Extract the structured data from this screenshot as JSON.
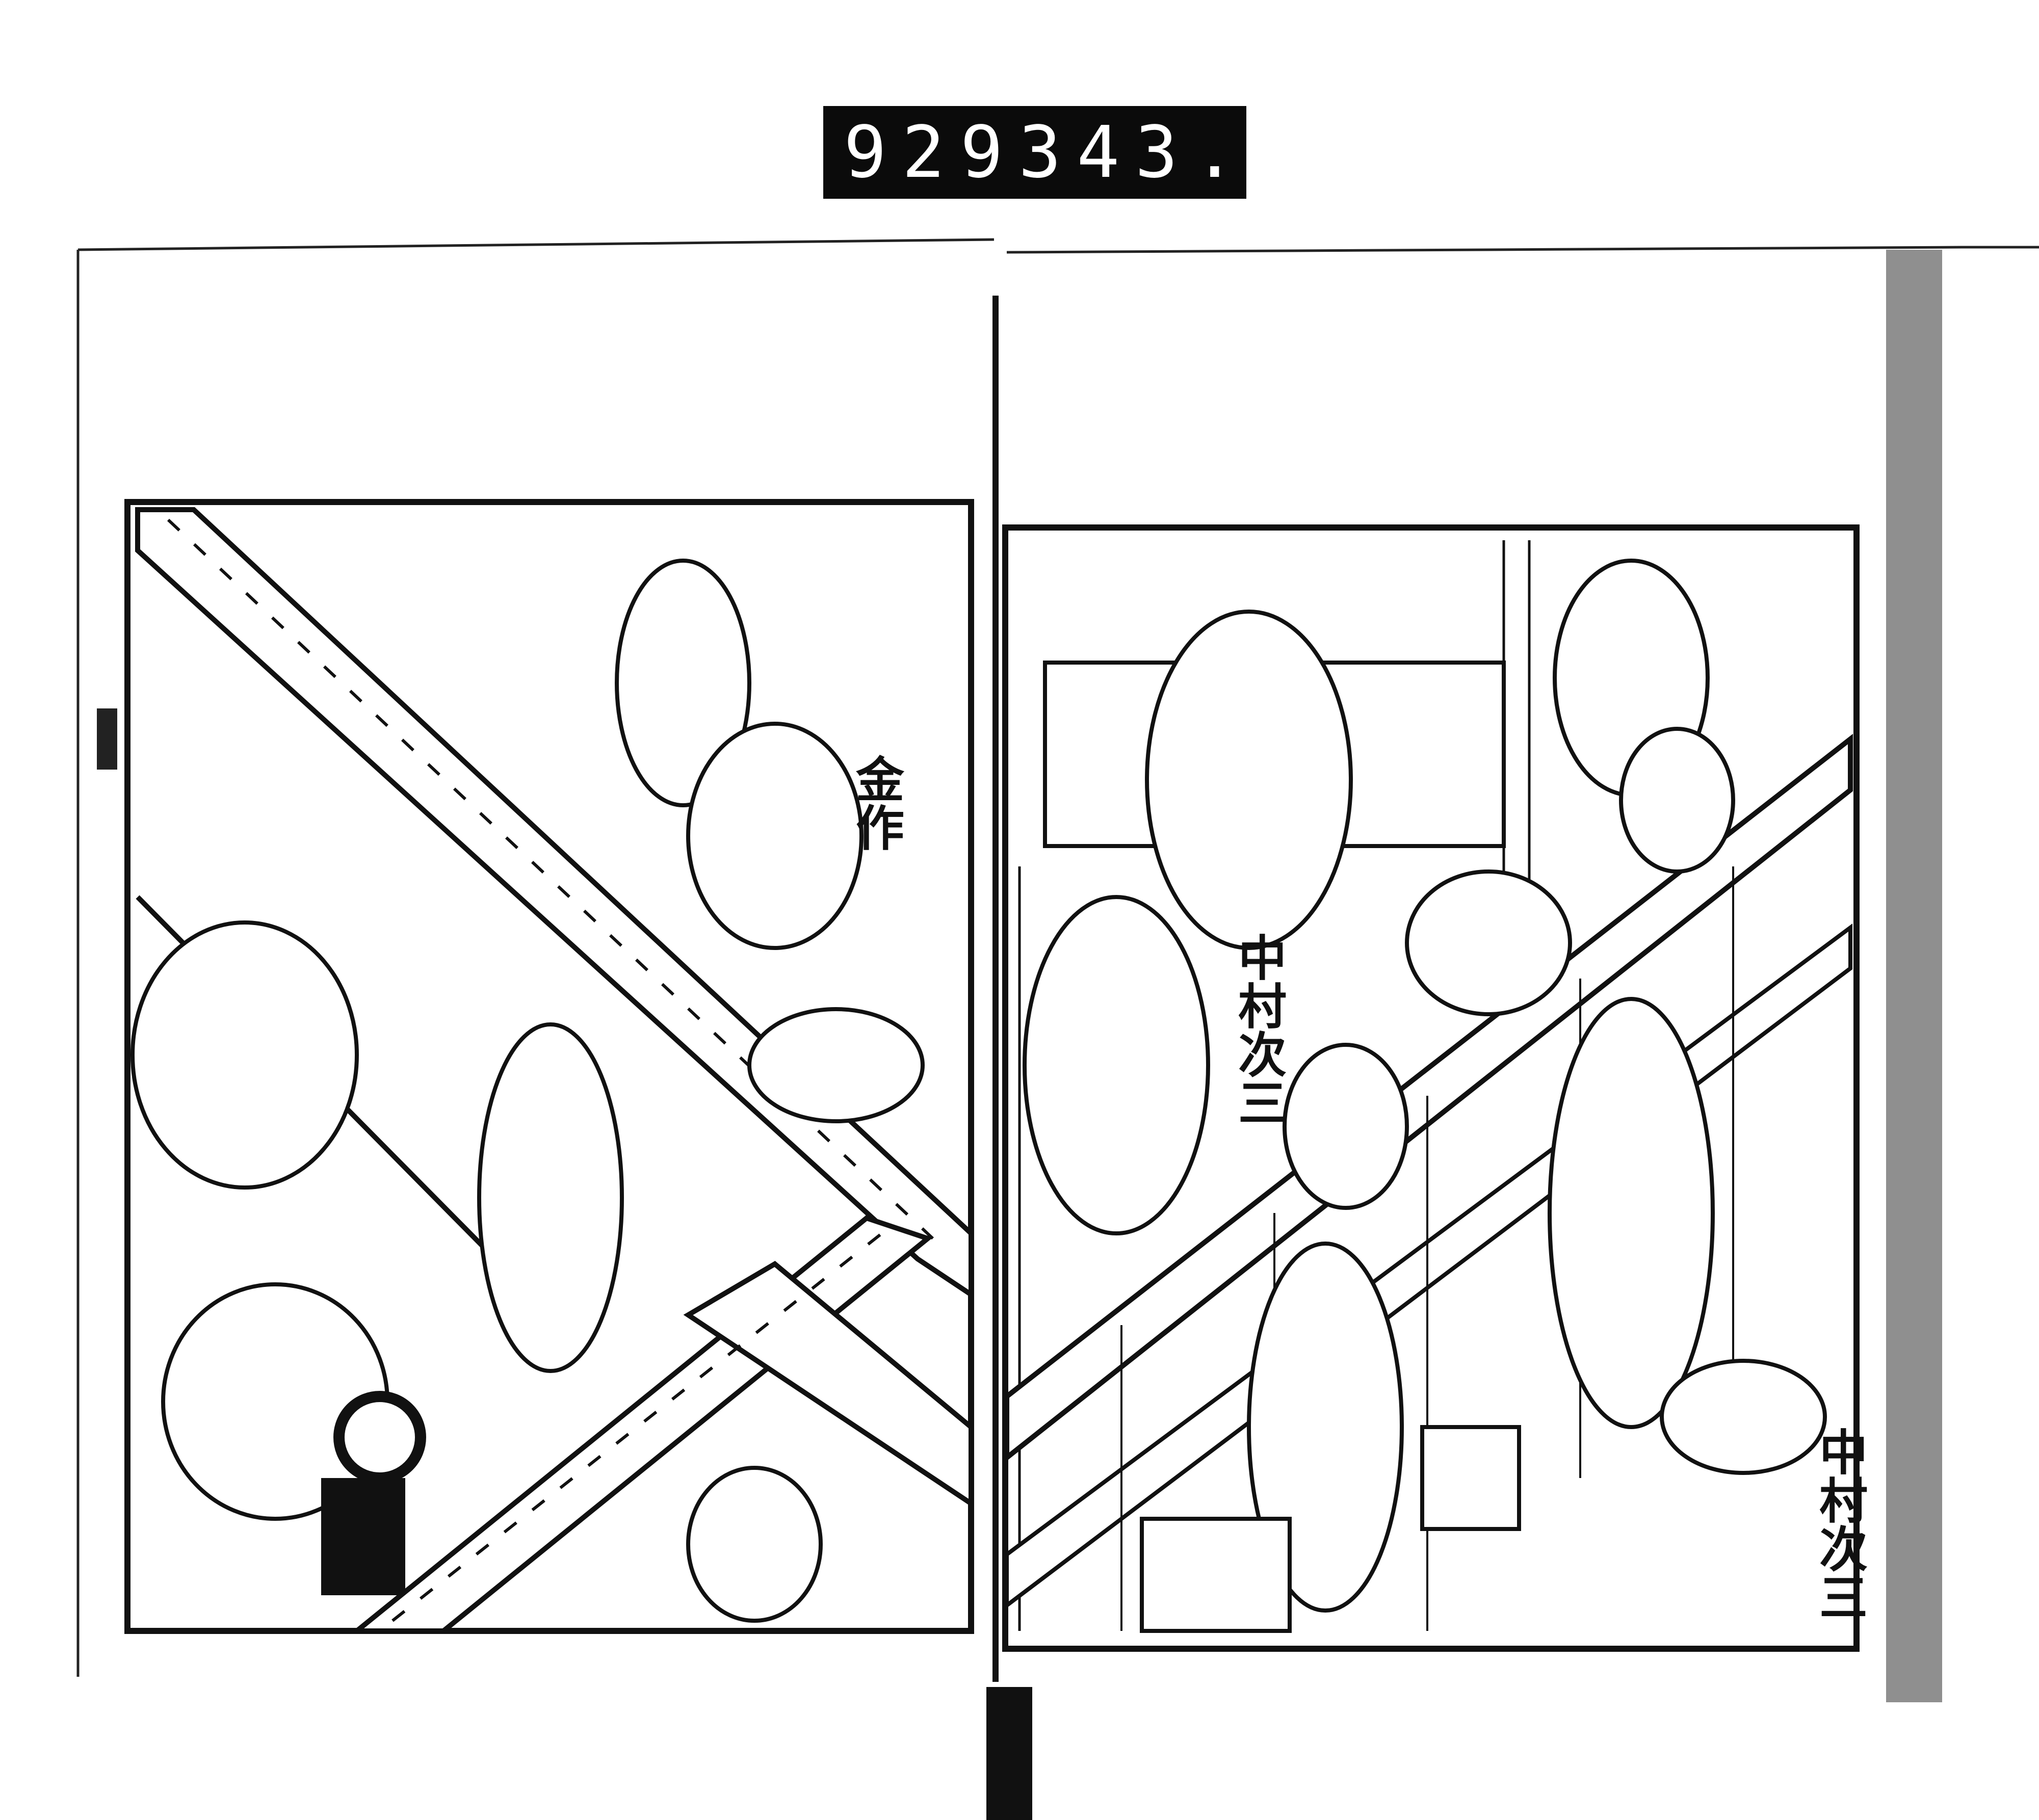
{
  "catalog_label": {
    "left_number": "929",
    "right_number": "343."
  },
  "name_labels": {
    "left_page": [
      "金作"
    ],
    "right_page": [
      "中村次三",
      "中村次三"
    ]
  }
}
